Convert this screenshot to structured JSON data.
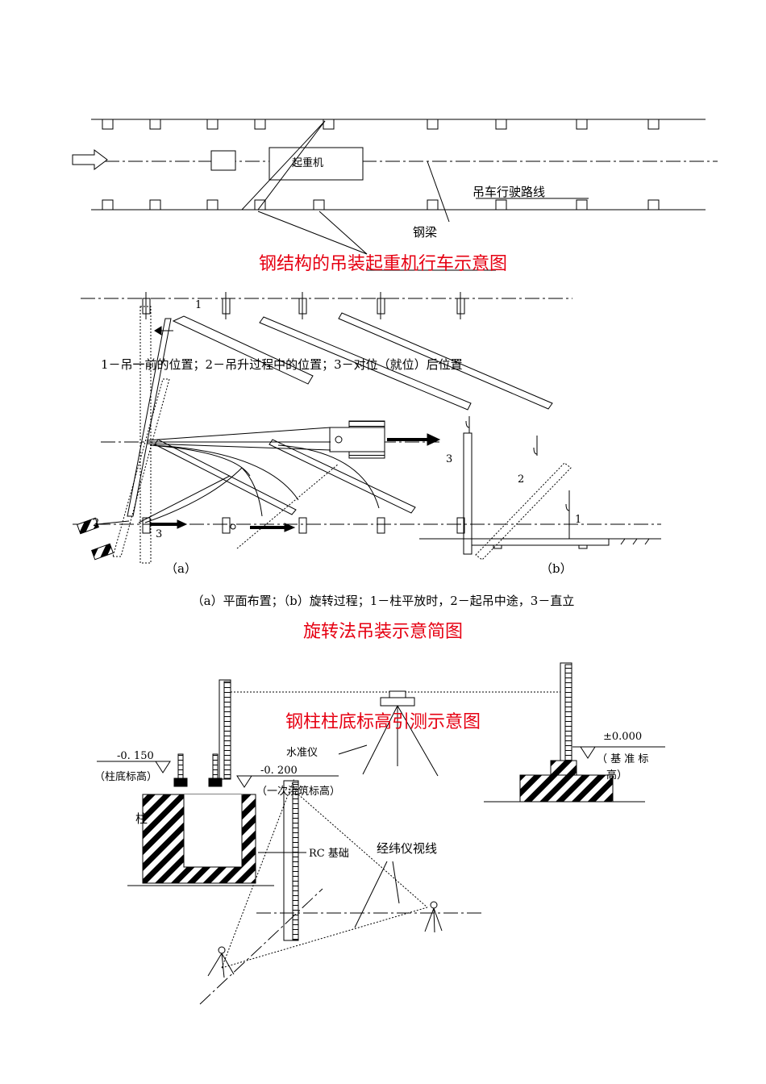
{
  "diagram1": {
    "title": "钢结构的吊装起重机行车示意图",
    "crane_label": "起重机",
    "route_label": "吊车行驶路线",
    "beam_label": "钢梁",
    "colors": {
      "title": "#e60012"
    }
  },
  "diagram2": {
    "title": "旋转法吊装示意简图",
    "legend_top": "1－吊一前的位置；2－吊升过程中的位置；3－对位（就位）后位置",
    "caption": "（a）平面布置；（b）旋转过程；1－柱平放时，2－起吊中途，3－直立",
    "label_a": "（a）",
    "label_b": "（b）",
    "num_1": "1",
    "num_2": "2",
    "num_3": "3"
  },
  "diagram3": {
    "title": "钢柱柱底标高引测示意图",
    "level_instrument": "水准仪",
    "theodolite_sight": "经纬仪视线",
    "rc_foundation": "RC 基础",
    "elev_150": "-0. 150",
    "elev_150_label": "（柱底标高）",
    "elev_200": "-0. 200",
    "elev_200_label": "（一次浇筑标高）",
    "elev_zero": "±0.000",
    "elev_zero_label_1": "（ 基 准 标",
    "elev_zero_label_2": "高）",
    "column_char": "柱"
  }
}
